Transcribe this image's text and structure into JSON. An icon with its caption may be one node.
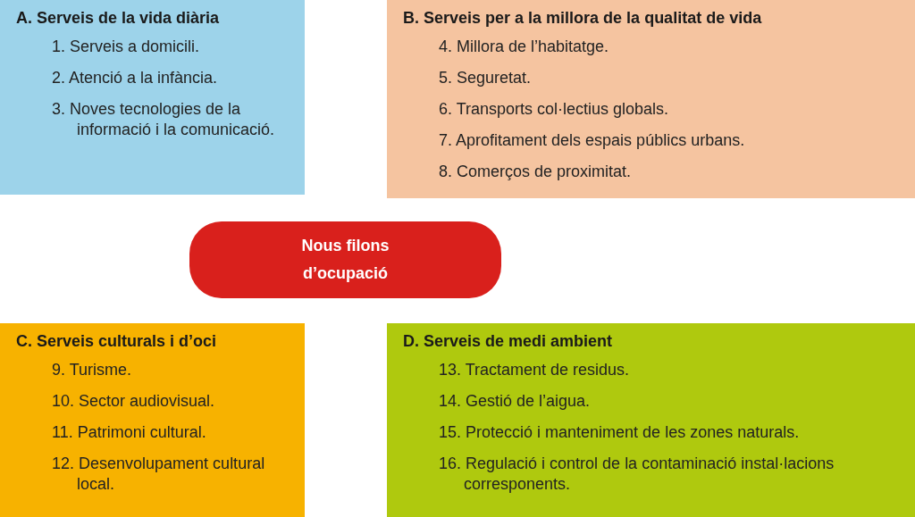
{
  "diagram": {
    "nodes": [
      {
        "text": [
          "A. Serveis de la vida diària",
          "1. Serveis a domicili.",
          "2. Atenció a la infància.",
          "3. Noves tecnologies de la informació i la comunicació."
        ]
      },
      {
        "text": [
          "B. Serveis per a la millora de la qualitat de vida",
          "4. Millora de l’habitatge.",
          "5. Seguretat.",
          "6. Transports col·lectius globals.",
          "7. Aprofitament dels espais públics urbans.",
          "8. Comerços de proximitat."
        ]
      },
      {
        "text": [
          "Nous filons d’ocupació"
        ]
      },
      {
        "text": [
          "C. Serveis culturals i d’oci",
          "9. Turisme.",
          "10. Sector audiovisual.",
          "11. Patrimoni cultural.",
          "12. Desenvolupament cultural local."
        ]
      },
      {
        "text": [
          "D. Serveis de medi ambient",
          "13. Tractament de residus.",
          "14. Gestió de l’aigua.",
          "15. Protecció i manteniment de les zones naturals.",
          "16. Regulació i control de la contaminació instal·lacions corresponents."
        ]
      }
    ]
  }
}
